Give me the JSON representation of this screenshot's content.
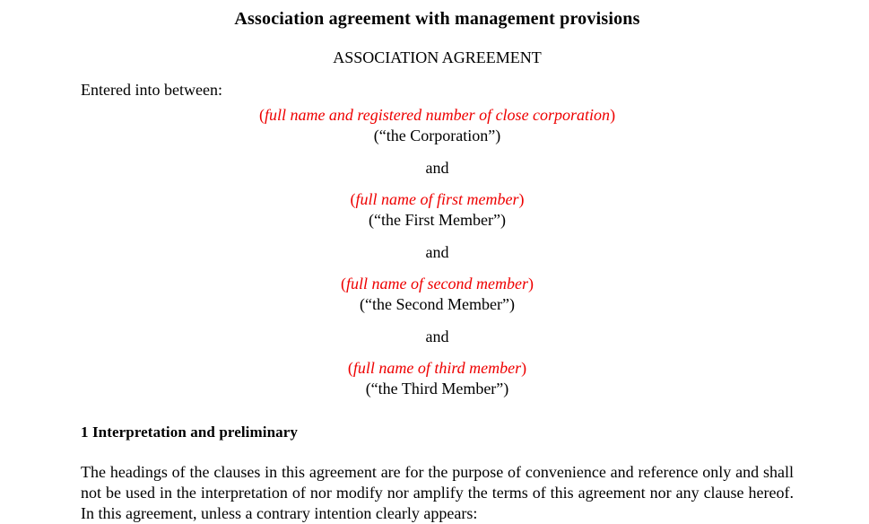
{
  "document": {
    "title": "Association agreement with management provisions",
    "subtitle": "ASSOCIATION AGREEMENT",
    "intro": "Entered into between:",
    "conjunction": "and",
    "parties": [
      {
        "placeholder_open_paren": "(",
        "placeholder": "full name and registered number of close corporation",
        "placeholder_close_paren": ")",
        "defined_term": "(“the Corporation”)"
      },
      {
        "placeholder_open_paren": "(",
        "placeholder": "full name of first member",
        "placeholder_close_paren": ")",
        "defined_term": "(“the First Member”)"
      },
      {
        "placeholder_open_paren": "(",
        "placeholder": "full name of second member",
        "placeholder_close_paren": ")",
        "defined_term": "(“the Second Member”)"
      },
      {
        "placeholder_open_paren": "(",
        "placeholder": "full name of third member",
        "placeholder_close_paren": ")",
        "defined_term": "(“the Third Member”)"
      }
    ],
    "sections": [
      {
        "heading": "1 Interpretation and preliminary",
        "body": "The headings of the clauses in this agreement are for the purpose of convenience and reference only and shall not be used in the interpretation of nor modify nor amplify the terms of this agreement nor any clause hereof. In this agreement, unless a contrary intention clearly appears:"
      }
    ]
  },
  "colors": {
    "placeholder_red": "#ee0000",
    "body_text": "#000000",
    "page_background": "#ffffff"
  }
}
